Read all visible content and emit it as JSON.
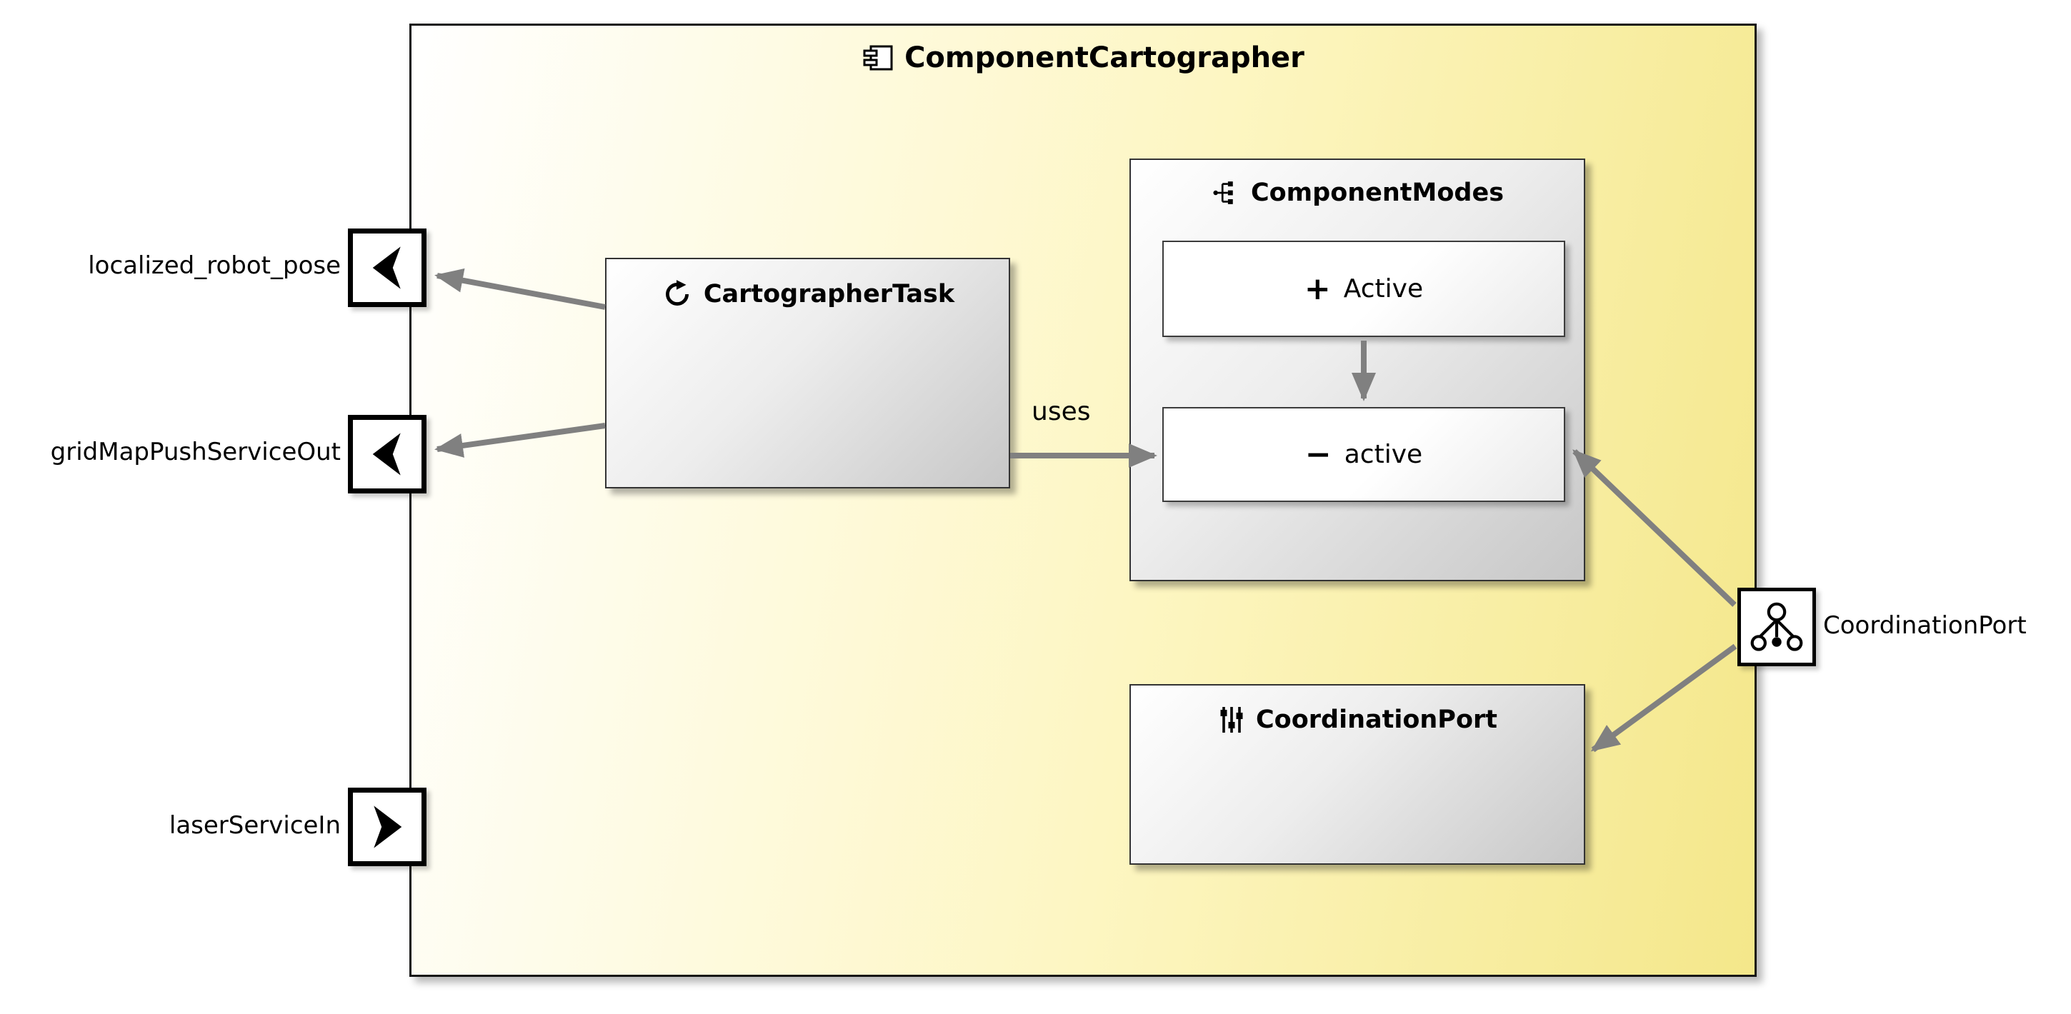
{
  "diagram": {
    "title": "ComponentCartographer",
    "task": {
      "label": "CartographerTask"
    },
    "modes": {
      "label": "ComponentModes",
      "states": [
        {
          "prefix": "+",
          "label": "Active"
        },
        {
          "prefix": "−",
          "label": "active"
        }
      ]
    },
    "coordination_box": {
      "label": "CoordinationPort"
    },
    "ports": {
      "left": [
        {
          "label": "localized_robot_pose",
          "direction": "out"
        },
        {
          "label": "gridMapPushServiceOut",
          "direction": "out"
        },
        {
          "label": "laserServiceIn",
          "direction": "in"
        }
      ],
      "right": {
        "label": "CoordinationPort"
      }
    },
    "edge_labels": {
      "uses": "uses"
    },
    "icons": {
      "component": "component-icon",
      "task": "circular-arrow-icon",
      "modes": "mode-tree-icon",
      "coordination_box": "sliders-icon",
      "coordination_port": "coordination-tree-icon",
      "port_out": "solid-left-arrow-glyph",
      "port_in": "solid-right-arrow-glyph"
    },
    "colors": {
      "component_yellow": "#f4e78a",
      "node_gray": "#c7c7c7",
      "arrow": "#808080"
    }
  }
}
